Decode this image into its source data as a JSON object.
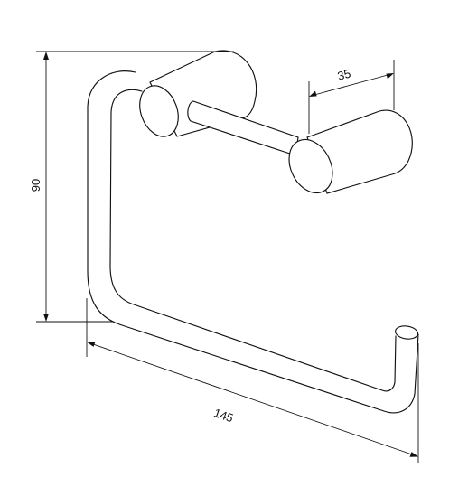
{
  "dimensions": {
    "height": "90",
    "depth": "35",
    "width": "145"
  }
}
